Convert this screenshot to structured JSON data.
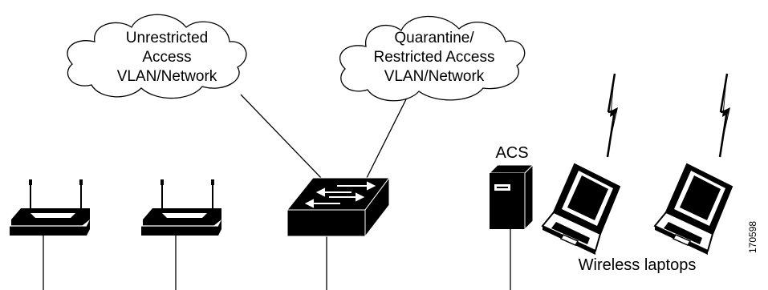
{
  "clouds": {
    "unrestricted": "Unrestricted\nAccess\nVLAN/Network",
    "quarantine": "Quarantine/\nRestricted Access\nVLAN/Network"
  },
  "labels": {
    "acs": "ACS",
    "wireless_laptops": "Wireless laptops",
    "figure_id": "170598"
  },
  "colors": {
    "stroke": "#000000",
    "fill": "#ffffff"
  },
  "icons": [
    "cloud-icon",
    "wireless-access-point-icon",
    "switch-icon",
    "server-tower-icon",
    "laptop-icon",
    "lightning-bolt-icon"
  ]
}
